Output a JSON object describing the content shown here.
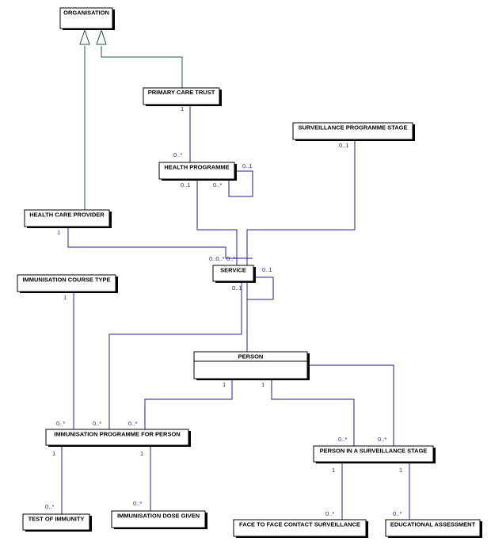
{
  "diagram": {
    "colors": {
      "association": "#1f1f9e",
      "generalization": "#1a5c3a",
      "box_border": "#000000"
    },
    "entities": {
      "organisation": "ORGANISATION",
      "primary_care_trust": "PRIMARY CARE TRUST",
      "surveillance_programme_stage": "SURVEILLANCE PROGRAMME STAGE",
      "health_programme": "HEALTH PROGRAMME",
      "health_care_provider": "HEALTH CARE PROVIDER",
      "immunisation_course_type": "IMMUNISATION COURSE TYPE",
      "service": "SERVICE",
      "person": "PERSON",
      "immunisation_programme_for_person": "IMMUNISATION PROGRAMME FOR PERSON",
      "person_in_surveillance_stage": "PERSON IN A SURVEILLANCE STAGE",
      "test_of_immunity": "TEST OF IMMUNITY",
      "immunisation_dose_given": "IMMUNISATION DOSE GIVEN",
      "face_to_face_contact_surveillance": "FACE TO FACE CONTACT SURVEILLANCE",
      "educational_assessment": "EDUCATIONAL ASSESSMENT"
    },
    "multiplicities": {
      "pct_one": "1",
      "hp_many_from_pct": "0..*",
      "hp_self_one": "0..1",
      "hp_self_many": "0..*",
      "hp_to_service_one": "0..1",
      "sps_one": "0..1",
      "hcp_one": "1",
      "service_many": "0..0..*",
      "service_many_b": "0..*",
      "service_self_one": "0..1",
      "service_one_below": "0..1",
      "ict_one": "1",
      "ipp_many_from_ict": "0..*",
      "ipp_many_from_service": "0..*",
      "ipp_many_from_person": "0..*",
      "person_one_left": "1",
      "person_one_right": "1",
      "pss_many_from_person": "0..*",
      "pss_many_from_person_b": "0..*",
      "ipp_one_left": "1",
      "ipp_one_right": "1",
      "toi_many": "0..*",
      "idg_many": "0..*",
      "pss_one_left": "1",
      "pss_one_right": "1",
      "f2f_many": "0..*",
      "edu_many": "0..*"
    }
  }
}
